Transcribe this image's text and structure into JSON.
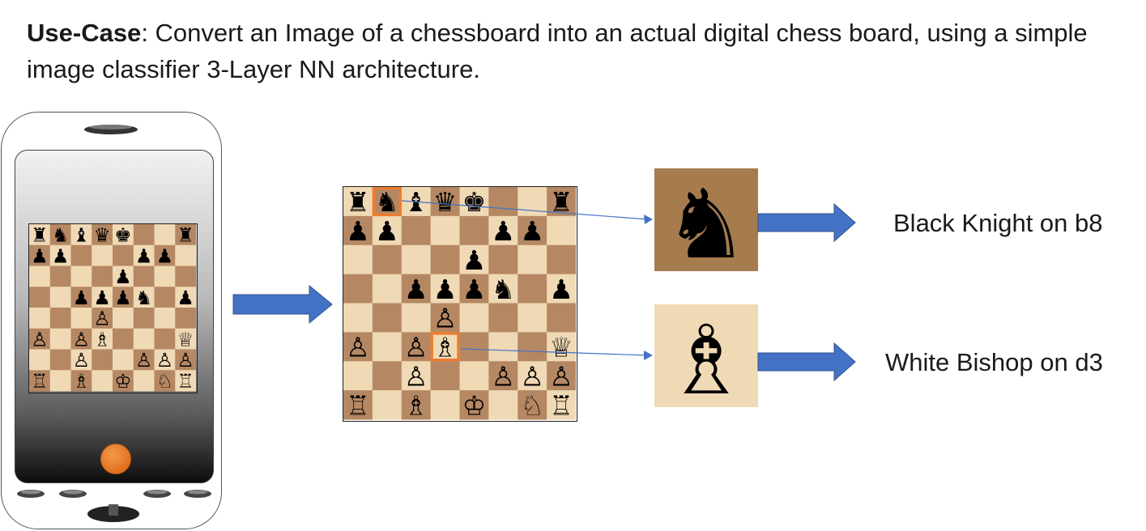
{
  "headline": {
    "bold_prefix": "Use-Case",
    "text": ": Convert an Image of a chessboard into an actual digital chess board, using a simple image classifier 3-Layer NN architecture."
  },
  "colors": {
    "light_square": "#f0d9b5",
    "dark_square": "#b58863",
    "highlight": "#ed7d31",
    "arrow_fill": "#4472c4",
    "shutter_button": "#e87722"
  },
  "board": {
    "ranks": [
      "r n b q k . . r",
      "p p . . . p p .",
      ". . . . p . . .",
      ". . p p p n . p",
      ". . . P . . . .",
      "P . P B . . . Q",
      ". . P . . P P P",
      "R . B . K . N R"
    ]
  },
  "pieces": {
    "K": "♔",
    "Q": "♕",
    "R": "♖",
    "B": "♗",
    "N": "♘",
    "P": "♙",
    "k": "♚",
    "q": "♛",
    "r": "♜",
    "b": "♝",
    "n": "♞",
    "p": "♟"
  },
  "highlights": [
    {
      "square": "b8",
      "piece": "n"
    },
    {
      "square": "d3",
      "piece": "B"
    }
  ],
  "results": [
    {
      "piece_icon": "black-knight-icon",
      "label": "Black Knight on b8"
    },
    {
      "piece_icon": "white-bishop-icon",
      "label": "White Bishop on d3"
    }
  ]
}
